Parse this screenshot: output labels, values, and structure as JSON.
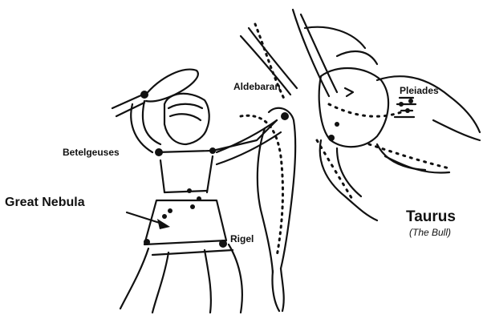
{
  "labels": {
    "aldebaran": "Aldebaran",
    "pleiades": "Pleiades",
    "betelgeuses": "Betelgeuses",
    "great_nebula": "Great Nebula",
    "rigel": "Rigel",
    "taurus": "Taurus",
    "the_bull": "(The Bull)"
  },
  "colors": {
    "ink": "#111111",
    "paper": "#ffffff"
  }
}
